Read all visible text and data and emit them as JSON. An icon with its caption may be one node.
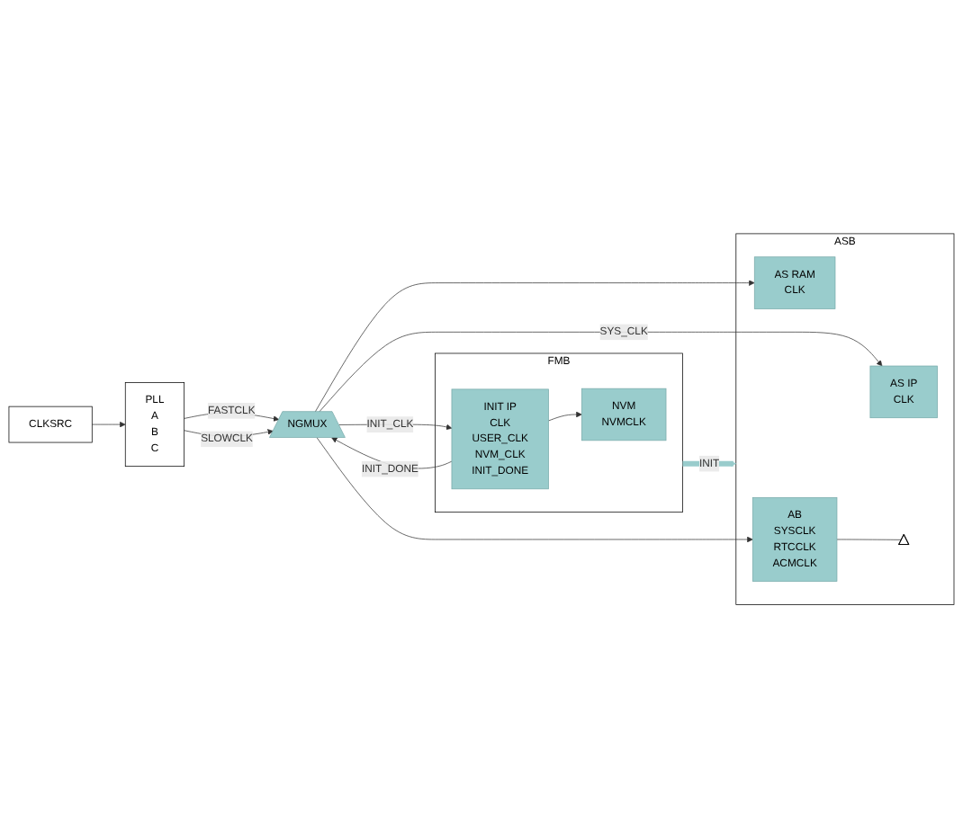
{
  "diagram": {
    "nodes": [
      {
        "text": [
          "CLKSRC"
        ]
      },
      {
        "text": [
          "PLL",
          "A",
          "B",
          "C"
        ]
      },
      {
        "text": [
          "NGMUX"
        ]
      },
      {
        "text": [
          "FMB"
        ]
      },
      {
        "text": [
          "INIT IP",
          "CLK",
          "USER_CLK",
          "NVM_CLK",
          "INIT_DONE"
        ],
        "in": 3
      },
      {
        "text": [
          "NVM",
          "NVMCLK"
        ],
        "in": 3
      },
      {
        "text": [
          "ASB"
        ]
      },
      {
        "text": [
          "AS IP",
          "CLK"
        ],
        "in": 6
      },
      {
        "text": [
          "AS RAM",
          "CLK"
        ],
        "in": 6
      },
      {
        "text": [
          "AB",
          "SYSCLK",
          "RTCCLK",
          "ACMCLK"
        ],
        "in": 6
      },
      {
        "text": [],
        "shape": "triangle",
        "in": 6
      }
    ],
    "edges": [
      {
        "from": 0,
        "to": 1,
        "arrow": "to"
      },
      {
        "from": 1,
        "to": 2,
        "arrow": "to",
        "label": "FASTCLK"
      },
      {
        "from": 1,
        "to": 2,
        "arrow": "to",
        "label": "SLOWCLK"
      },
      {
        "from": 4,
        "to": 2,
        "arrow": "to",
        "label": "INIT_DONE"
      },
      {
        "from": 2,
        "to": 4,
        "arrow": "to",
        "label": "INIT_CLK"
      },
      {
        "from": 2,
        "to": 7,
        "arrow": "to",
        "label": "SYS_CLK"
      },
      {
        "from": 2,
        "to": 8,
        "arrow": "to"
      },
      {
        "from": 2,
        "to": 9,
        "arrow": "to"
      },
      {
        "from": 4,
        "to": 5,
        "arrow": "to"
      },
      {
        "from": 3,
        "to": 6,
        "arrow": "to",
        "label": "INIT",
        "style": "thick",
        "color": "#99cccc"
      },
      {
        "from": 9,
        "to": 10,
        "arrow": "none"
      }
    ]
  }
}
